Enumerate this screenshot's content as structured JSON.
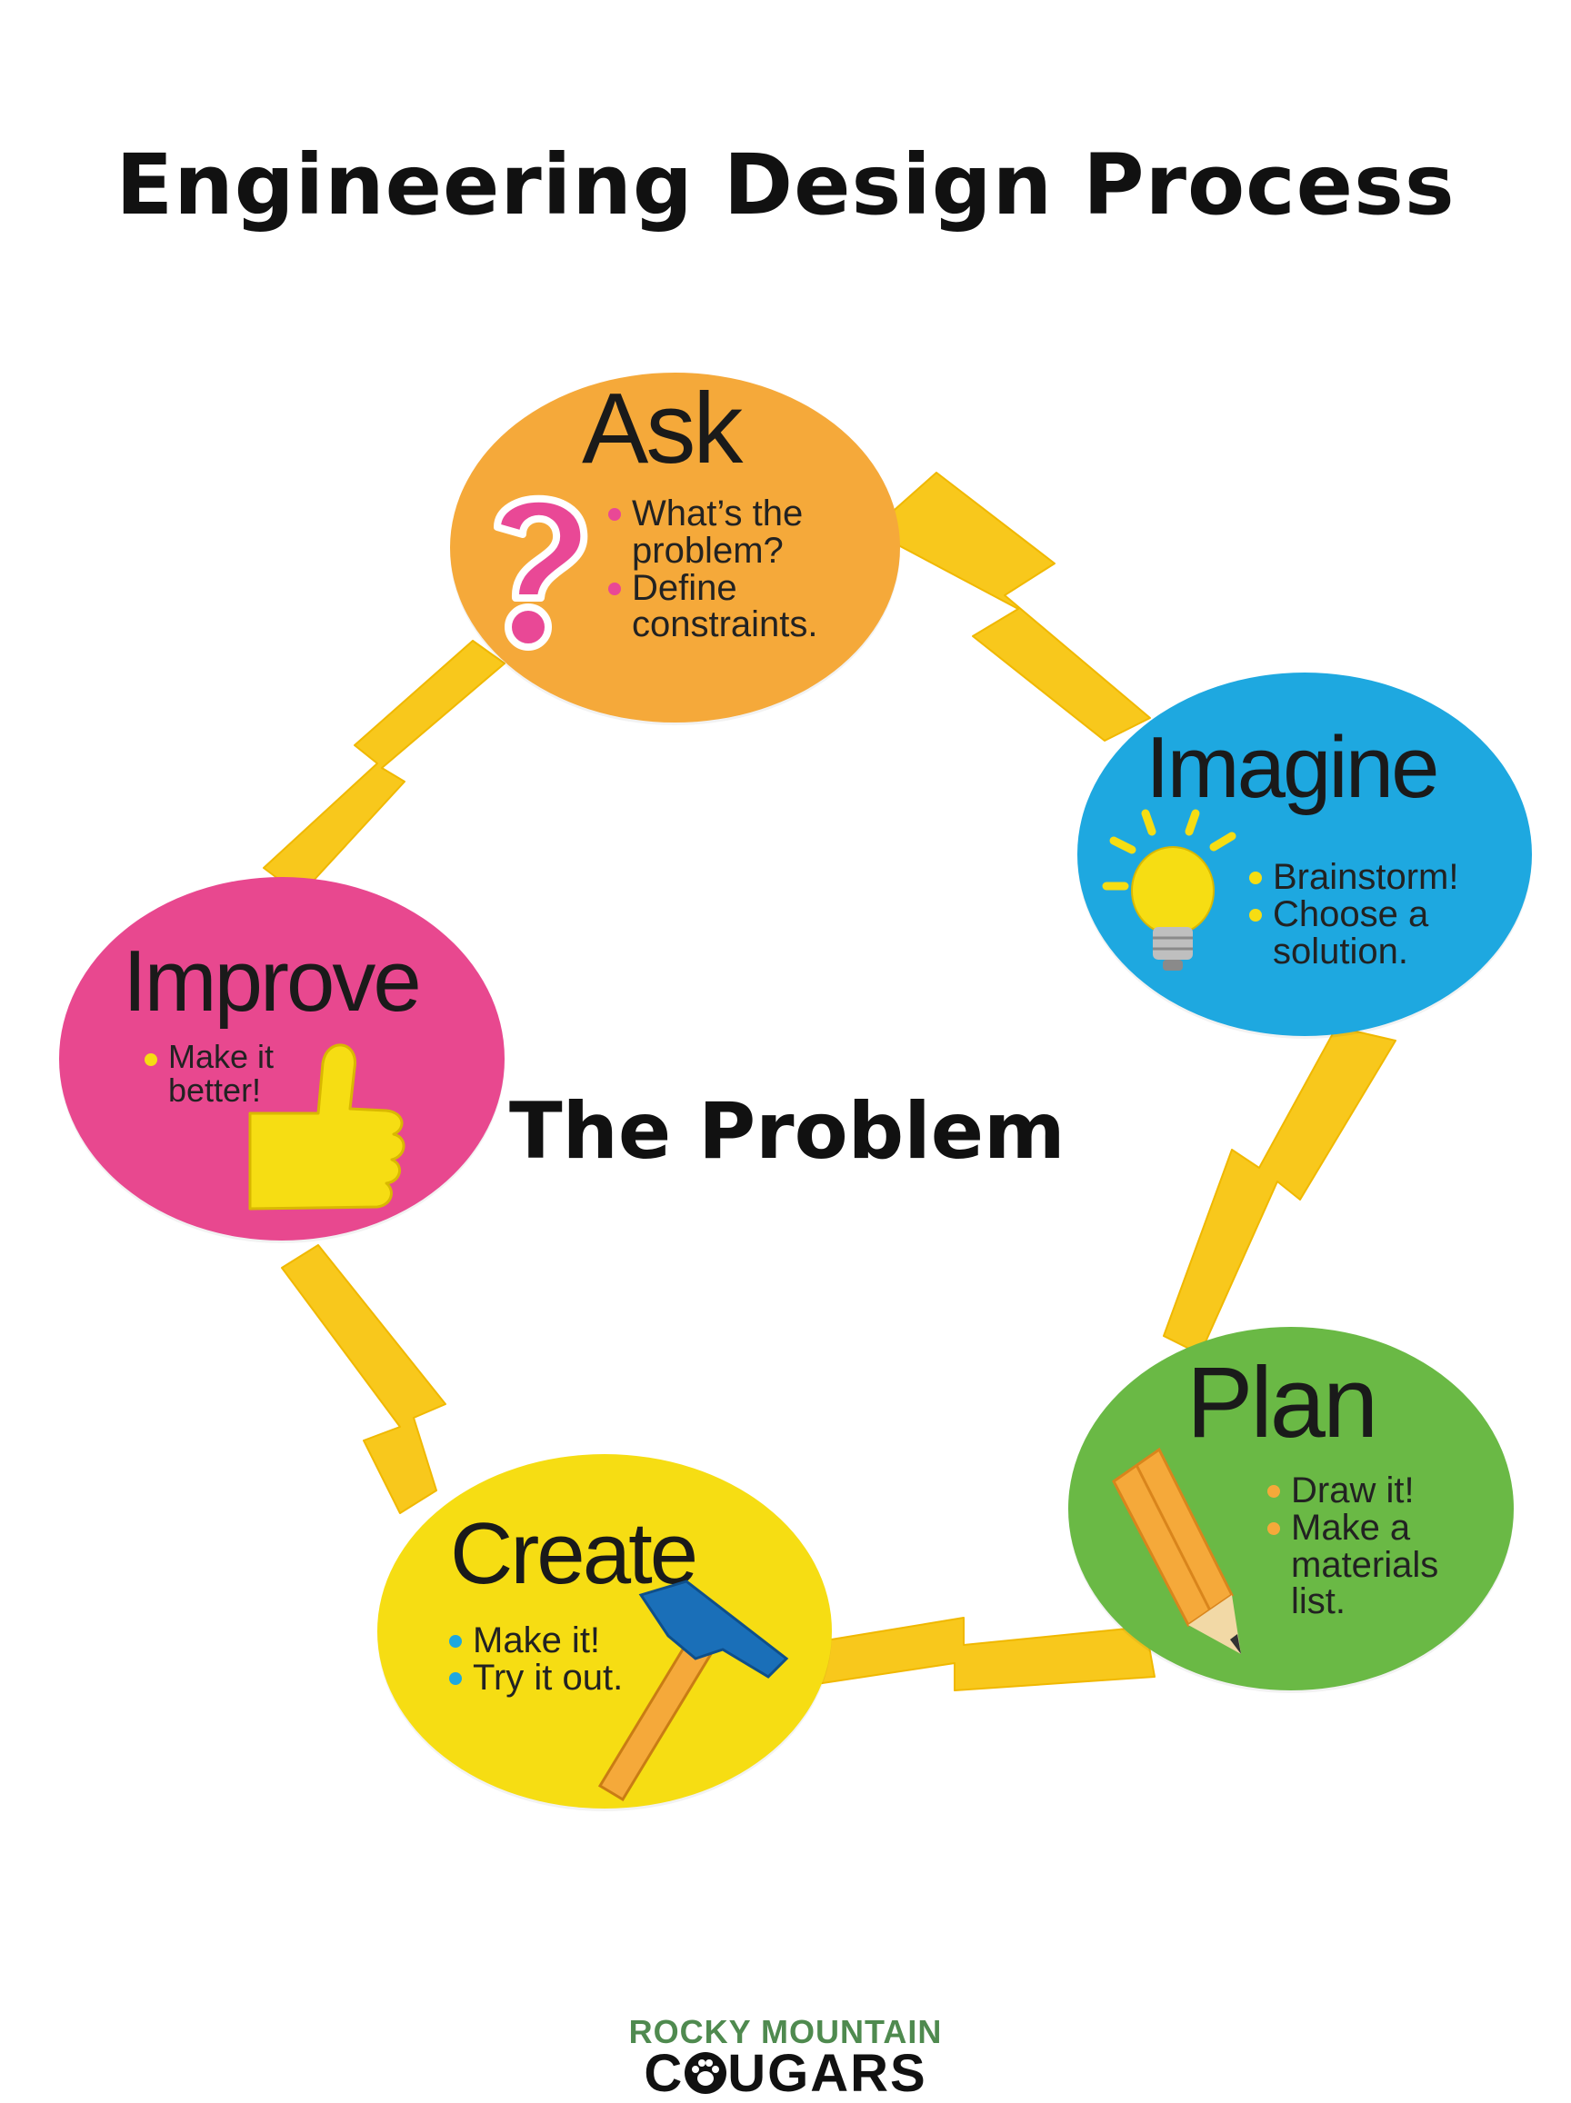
{
  "title": "Engineering Design Process",
  "center_label": "The Problem",
  "colors": {
    "ask": "#f5a93a",
    "imagine": "#1ea8e0",
    "plan": "#6ab945",
    "create": "#f6dd13",
    "improve": "#e8488f",
    "bolt": "#f8c81c"
  },
  "stages": [
    {
      "id": "ask",
      "title": "Ask",
      "bullets": [
        "What’s the problem?",
        "Define constraints."
      ],
      "icon": "question-mark-icon"
    },
    {
      "id": "imagine",
      "title": "Imagine",
      "bullets": [
        "Brainstorm!",
        "Choose a solution."
      ],
      "icon": "light-bulb-icon"
    },
    {
      "id": "plan",
      "title": "Plan",
      "bullets": [
        "Draw it!",
        "Make a materials list."
      ],
      "icon": "pencil-icon"
    },
    {
      "id": "create",
      "title": "Create",
      "bullets": [
        "Make it!",
        "Try it out."
      ],
      "icon": "hammer-icon"
    },
    {
      "id": "improve",
      "title": "Improve",
      "bullets": [
        "Make it better!"
      ],
      "icon": "thumbs-up-icon"
    }
  ],
  "footer": {
    "line1": "Rocky Mountain",
    "line2_before": "C",
    "line2_after": "UGARS",
    "logo_icon": "paw-icon"
  }
}
